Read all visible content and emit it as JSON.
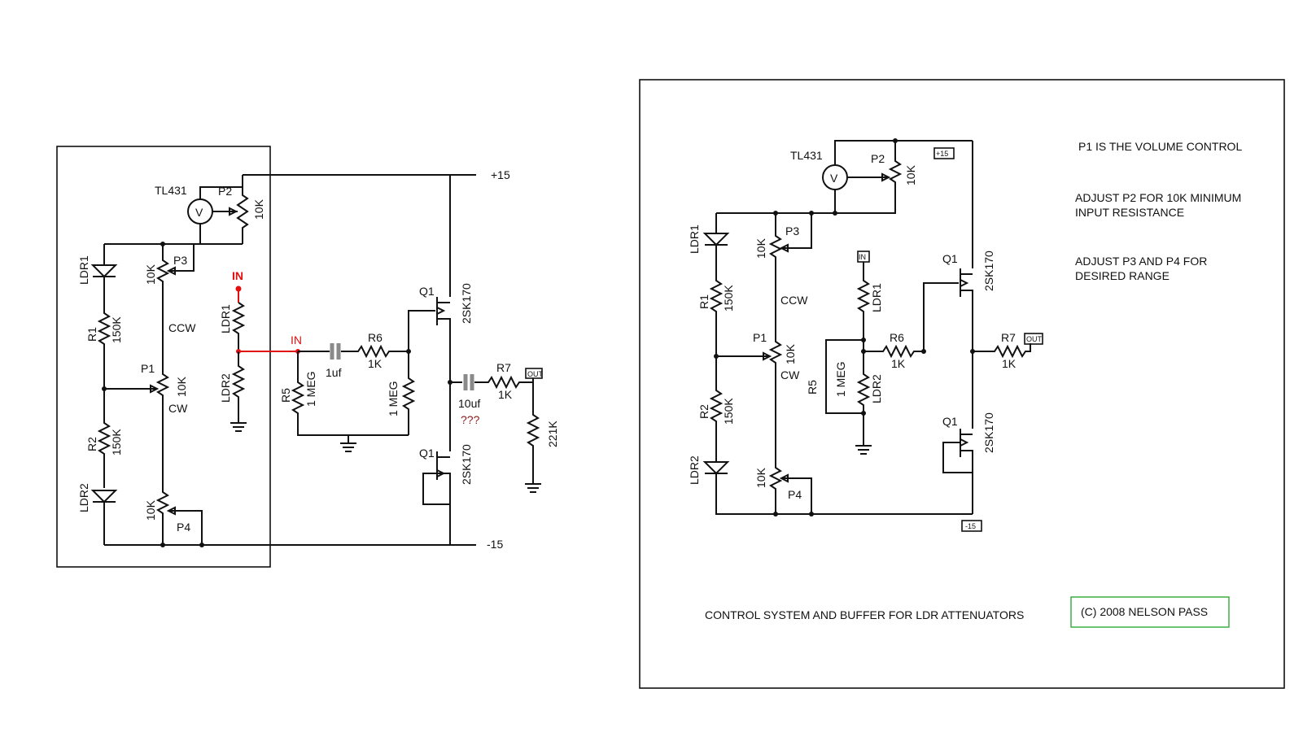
{
  "left": {
    "rails": {
      "pos": "+15",
      "neg": "-15"
    },
    "tl431": "TL431",
    "meter_symbol": "V",
    "p2": {
      "name": "P2",
      "value": "10K"
    },
    "p3": {
      "name": "P3",
      "value": "10K"
    },
    "p1": {
      "name": "P1",
      "value": "10K",
      "ccw": "CCW",
      "cw": "CW"
    },
    "p4": {
      "name": "P4",
      "value": "10K"
    },
    "ldr1": "LDR1",
    "ldr2": "LDR2",
    "r1": {
      "name": "R1",
      "value": "150K"
    },
    "r2": {
      "name": "R2",
      "value": "150K"
    },
    "in_label": "IN",
    "in_label2": "IN",
    "ldr1b": "LDR1",
    "ldr2b": "LDR2",
    "c1": "1uf",
    "r6": {
      "name": "R6",
      "value": "1K"
    },
    "r5": {
      "name": "R5",
      "value": "1 MEG"
    },
    "rb": "1 MEG",
    "q1a": {
      "name": "Q1",
      "part": "2SK170"
    },
    "q1b": {
      "name": "Q1",
      "part": "2SK170"
    },
    "c2": "10uf",
    "question": "???",
    "r7": {
      "name": "R7",
      "value": "1K"
    },
    "out": "OUT",
    "r221": "221K"
  },
  "right": {
    "tl431": "TL431",
    "meter_symbol": "V",
    "p2": {
      "name": "P2",
      "value": "10K"
    },
    "plus15": "+15",
    "minus15": "-15",
    "ldr1": "LDR1",
    "ldr2": "LDR2",
    "r1": {
      "name": "R1",
      "value": "150K"
    },
    "r2": {
      "name": "R2",
      "value": "150K"
    },
    "p3": {
      "name": "P3",
      "value": "10K"
    },
    "p1": {
      "name": "P1",
      "value": "10K",
      "ccw": "CCW",
      "cw": "CW"
    },
    "p4": {
      "name": "P4",
      "value": "10K"
    },
    "in": "IN",
    "ldr1b": "LDR1",
    "ldr2b": "LDR2",
    "r5": {
      "name": "R5",
      "value": "1 MEG"
    },
    "r6": {
      "name": "R6",
      "value": "1K"
    },
    "q1a": {
      "name": "Q1",
      "part": "2SK170"
    },
    "q1b": {
      "name": "Q1",
      "part": "2SK170"
    },
    "r7": {
      "name": "R7",
      "value": "1K"
    },
    "out": "OUT",
    "notes": [
      "P1 IS THE VOLUME CONTROL",
      "ADJUST P2 FOR 10K MINIMUM",
      "INPUT RESISTANCE",
      "ADJUST P3 AND P4 FOR",
      "DESIRED RANGE"
    ],
    "caption": "CONTROL SYSTEM AND BUFFER FOR LDR ATTENUATORS",
    "copyright": "(C) 2008 NELSON PASS"
  },
  "colors": {
    "wire": "#111111",
    "red": "#e01010",
    "cap": "#8a8a8a",
    "copyright_border": "#3cb043",
    "question": "#8b1a1a"
  }
}
